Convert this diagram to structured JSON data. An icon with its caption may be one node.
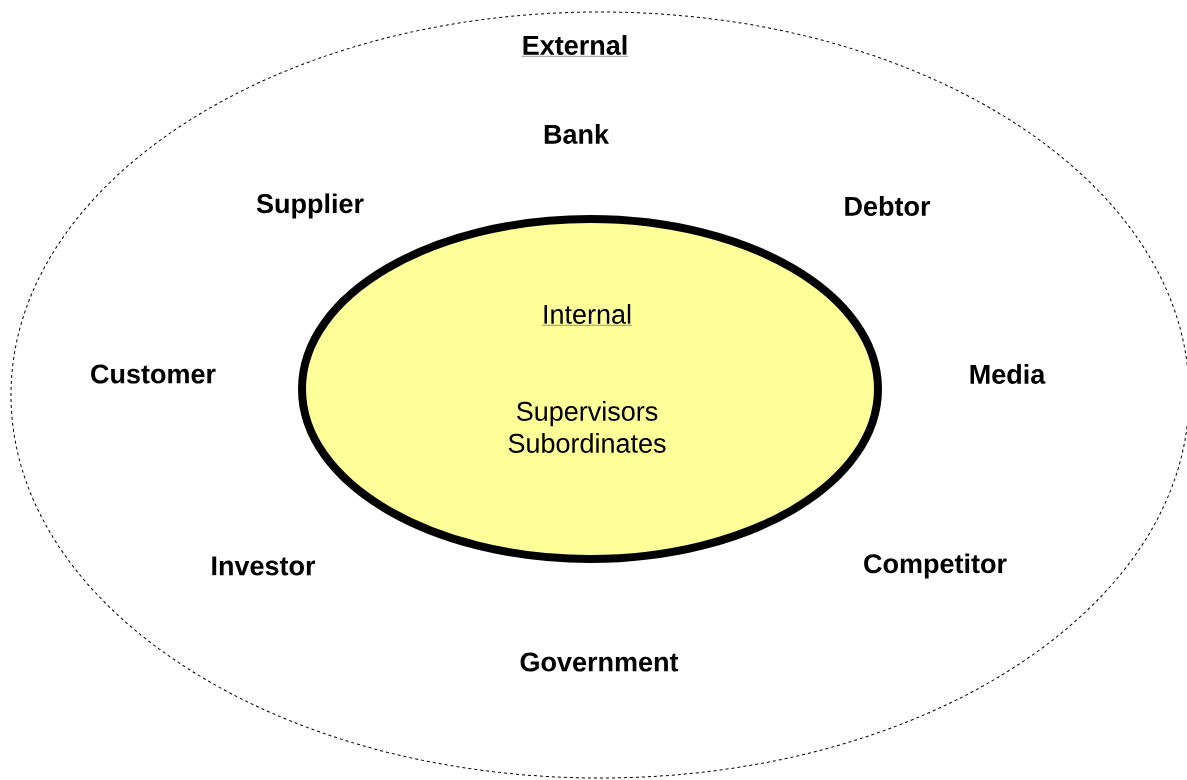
{
  "diagram": {
    "nodes": [
      {
        "text": [
          "External"
        ]
      },
      {
        "text": [
          "Internal",
          "Supervisors Subordinates"
        ],
        "in": 0
      }
    ],
    "labels": [
      "Bank",
      "Supplier",
      "Debtor",
      "Customer",
      "Media",
      "Investor",
      "Competitor",
      "Government"
    ]
  }
}
